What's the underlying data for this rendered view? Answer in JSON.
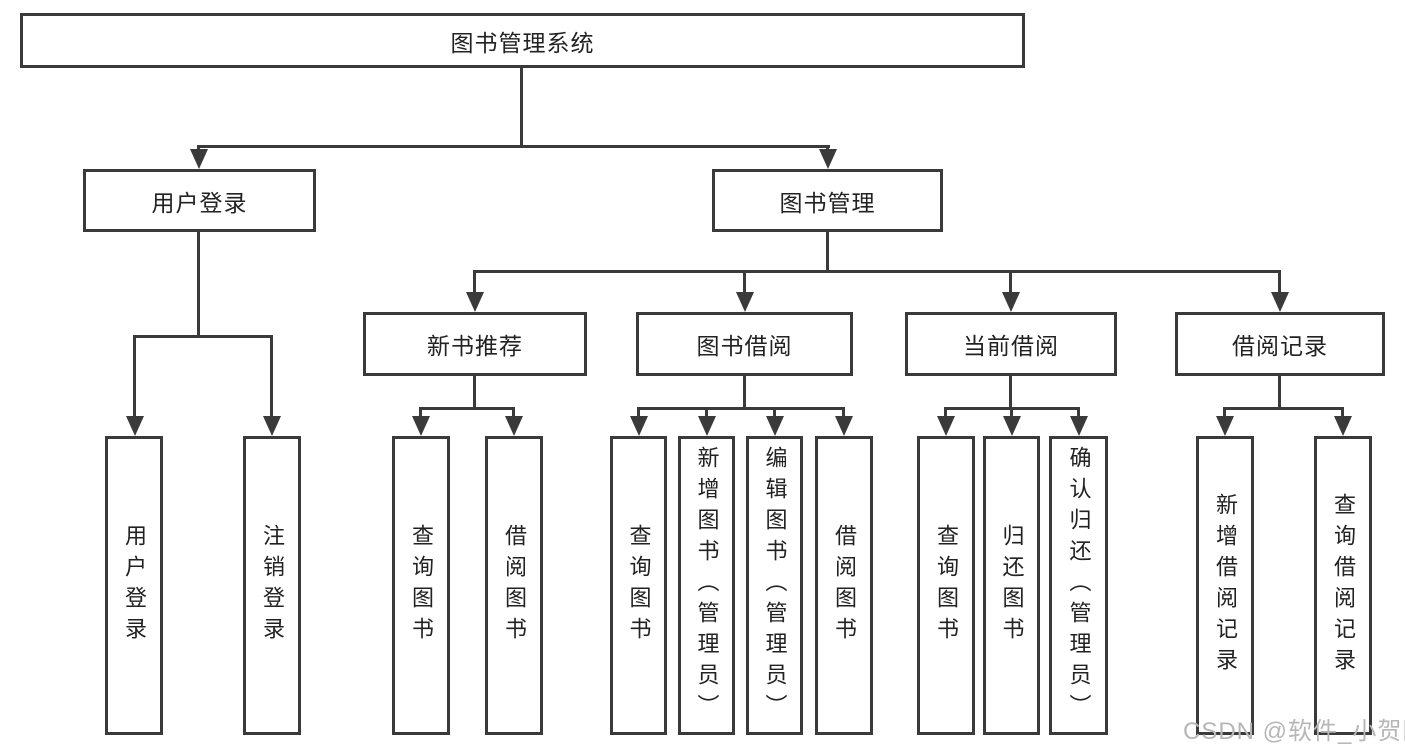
{
  "diagram": {
    "root": "图书管理系统",
    "user_branch": {
      "label": "用户登录",
      "children": [
        "用户登录",
        "注销登录"
      ]
    },
    "book_branch": {
      "label": "图书管理",
      "modules": [
        {
          "label": "新书推荐",
          "children": [
            "查询图书",
            "借阅图书"
          ]
        },
        {
          "label": "图书借阅",
          "children": [
            "查询图书",
            "新增图书（管理员）",
            "编辑图书（管理员）",
            "借阅图书"
          ]
        },
        {
          "label": "当前借阅",
          "children": [
            "查询图书",
            "归还图书",
            "确认归还（管理员）"
          ]
        },
        {
          "label": "借阅记录",
          "children": [
            "新增借阅记录",
            "查询借阅记录"
          ]
        }
      ]
    }
  },
  "watermark": {
    "text": "CSDN @软件_小贺同学"
  },
  "colors": {
    "line": "#3a3a3a",
    "box_border": "#3a3a3a",
    "box_background": "#ffffff",
    "text": "#222222",
    "watermark": "#b7b7b7",
    "page_background": "#ffffff"
  }
}
